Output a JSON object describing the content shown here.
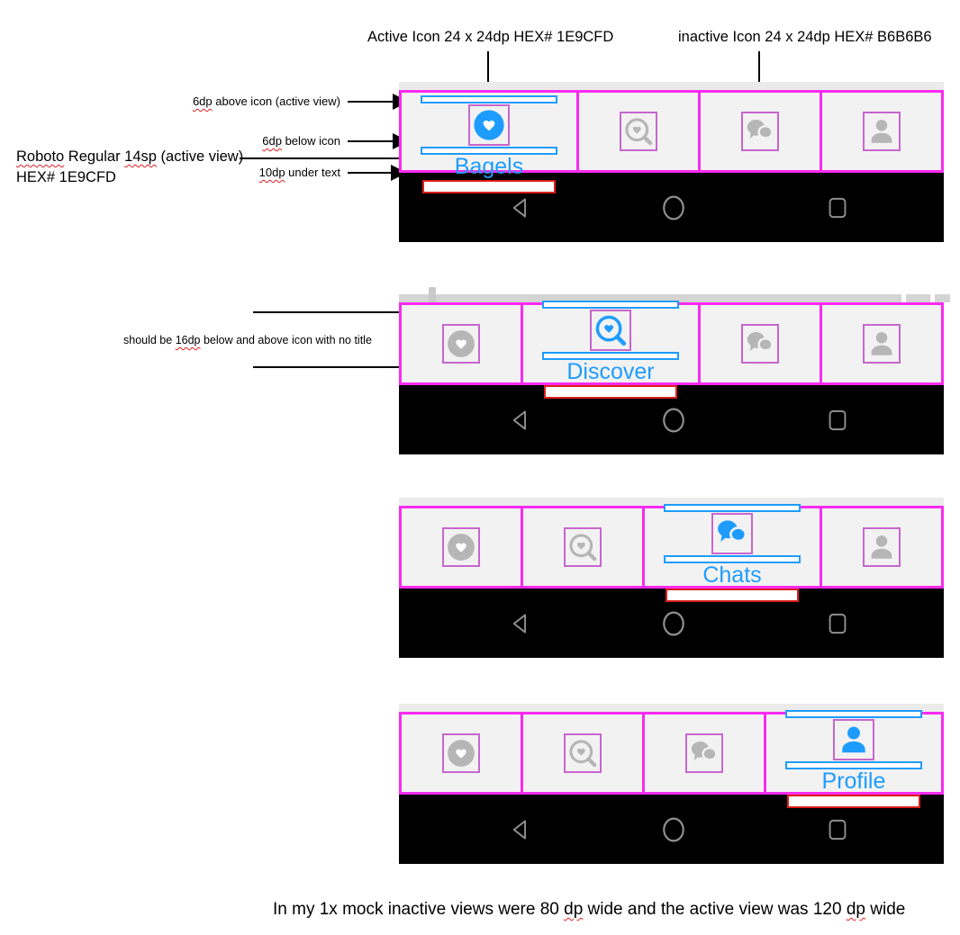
{
  "annotations": {
    "active_icon_label": "Active Icon 24 x 24dp HEX# 1E9CFD",
    "inactive_icon_label": "inactive Icon 24 x 24dp HEX# B6B6B6",
    "above_icon": "6dp above icon (active view)",
    "below_icon": "6dp below icon",
    "roboto_line": "Roboto Regular 14sp (active view)",
    "hex_line": "HEX# 1E9CFD",
    "under_text": "10dp under text",
    "row2_note": "should be 16dp below and above icon with no title",
    "footer_note": "In my 1x mock inactive views were 80 dp wide and the active view was 120 dp wide"
  },
  "colors": {
    "active_icon_hex": "#1E9CFD",
    "inactive_icon_hex": "#B6B6B6",
    "mock_outline_magenta": "#FA2BF2",
    "icon_box_violet": "#C766CE",
    "under_text_red": "#DB1F1A",
    "tab_bar_bg": "#F2F2F2",
    "nav_bar_bg": "#000000"
  },
  "tab_bar": {
    "tabs": [
      {
        "label": "Bagels",
        "icon": "heart-circle-icon"
      },
      {
        "label": "Discover",
        "icon": "heart-magnifier-icon"
      },
      {
        "label": "Chats",
        "icon": "chat-bubbles-icon"
      },
      {
        "label": "Profile",
        "icon": "person-icon"
      }
    ]
  },
  "mocks": [
    {
      "active_tab": "Bagels",
      "visible_label": "Bagels"
    },
    {
      "active_tab": "Discover",
      "visible_label": "Discover"
    },
    {
      "active_tab": "Chats",
      "visible_label": "Chats"
    },
    {
      "active_tab": "Profile",
      "visible_label": "Profile"
    }
  ],
  "nav_bar": {
    "icons": [
      "back",
      "home",
      "recents"
    ]
  }
}
